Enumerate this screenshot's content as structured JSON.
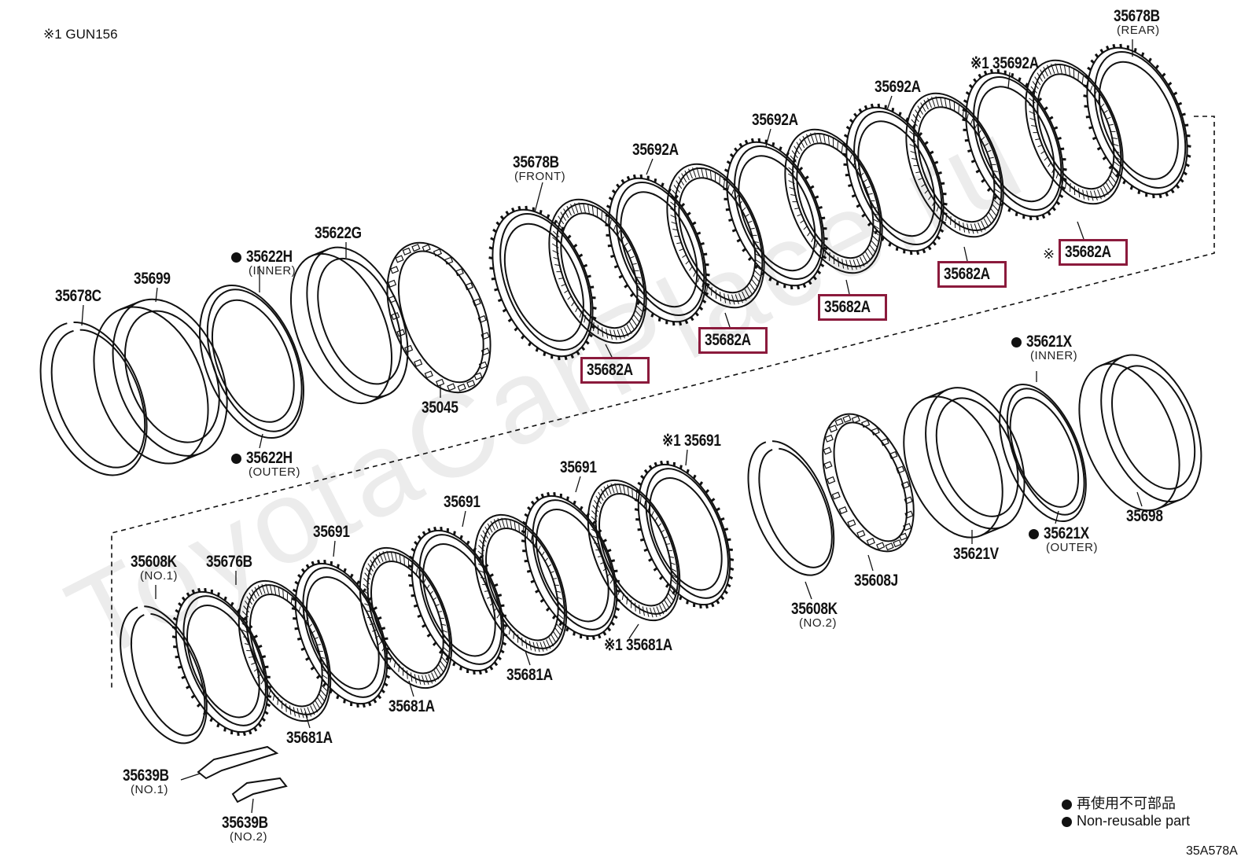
{
  "header": {
    "note": "※1 GUN156"
  },
  "footer": {
    "code": "35A578A",
    "legend_jp": "再使用不可部品",
    "legend_en": "Non-reusable part"
  },
  "watermark": "ToyotaCarPlace.ru",
  "colors": {
    "highlight": "#8b1a3c",
    "line": "#111111"
  },
  "labels": {
    "p35678C": "35678C",
    "p35699": "35699",
    "p35622H_inner": "35622H",
    "p35622H_inner_sub": "(INNER)",
    "p35622H_outer": "35622H",
    "p35622H_outer_sub": "(OUTER)",
    "p35622G": "35622G",
    "p35045": "35045",
    "p35678B_front": "35678B",
    "p35678B_front_sub": "(FRONT)",
    "p35692A_1": "35692A",
    "p35692A_2": "35692A",
    "p35692A_3": "35692A",
    "p35692A_4": "※1 35692A",
    "p35678B_rear": "35678B",
    "p35678B_rear_sub": "(REAR)",
    "p35682A_1": "35682A",
    "p35682A_2": "35682A",
    "p35682A_3": "35682A",
    "p35682A_4": "35682A",
    "p35682A_5": "35682A",
    "p35682A_5_prefix": "※",
    "p35621X_inner": "35621X",
    "p35621X_inner_sub": "(INNER)",
    "p35621X_outer": "35621X",
    "p35621X_outer_sub": "(OUTER)",
    "p35698": "35698",
    "p35621V": "35621V",
    "p35608J": "35608J",
    "p35608K_no2": "35608K",
    "p35608K_no2_sub": "(NO.2)",
    "p35691_top": "※1 35691",
    "p35691_a": "35691",
    "p35691_b": "35691",
    "p35691_c": "35691",
    "p35681A_s": "※1 35681A",
    "p35681A_a": "35681A",
    "p35681A_b": "35681A",
    "p35681A_c": "35681A",
    "p35608K_no1": "35608K",
    "p35608K_no1_sub": "(NO.1)",
    "p35676B": "35676B",
    "p35639B_no1": "35639B",
    "p35639B_no1_sub": "(NO.1)",
    "p35639B_no2": "35639B",
    "p35639B_no2_sub": "(NO.2)"
  }
}
